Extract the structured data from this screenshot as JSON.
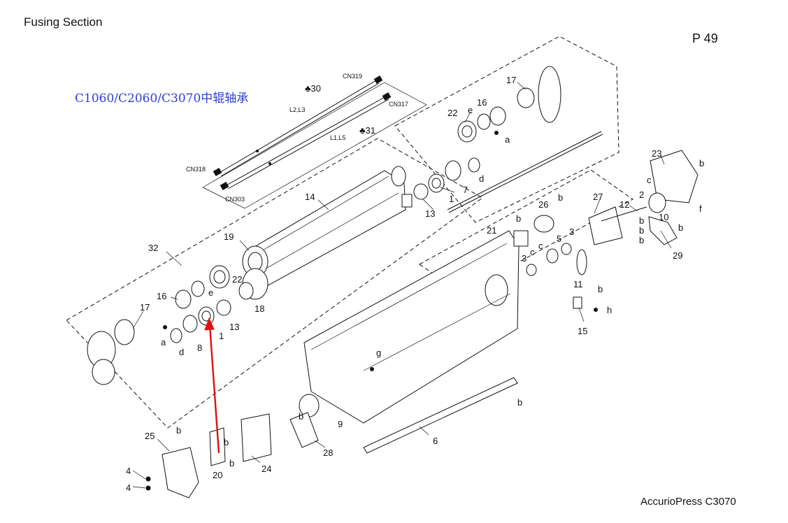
{
  "header": {
    "section_title": "Fusing Section",
    "page_number": "P 49"
  },
  "footer": {
    "model_name": "AccurioPress C3070"
  },
  "annotation": {
    "text": "C1060/C2060/C3070中辊轴承",
    "color": "#2f3fcf",
    "arrow_color": "#e01010"
  },
  "connectors": {
    "cn319": "CN319",
    "cn317": "CN317",
    "cn318": "CN318",
    "cn303": "CN303",
    "l2l3": "L2,L3",
    "l1l5": "L1,L5"
  },
  "callouts": {
    "c30": "♣30",
    "c31": "♣31",
    "c1a": "1",
    "c1b": "1",
    "c2": "2",
    "c3a": "3",
    "c3b": "3",
    "c4a": "4",
    "c4b": "4",
    "c5": "5",
    "c6": "6",
    "c7": "7",
    "c8": "8",
    "c9": "9",
    "c10": "10",
    "c11": "11",
    "c12": "12",
    "c13a": "13",
    "c13b": "13",
    "c14": "14",
    "c15": "15",
    "c16a": "16",
    "c16b": "16",
    "c17a": "17",
    "c17b": "17",
    "c18": "18",
    "c19": "19",
    "c20": "20",
    "c21": "21",
    "c22a": "22",
    "c22b": "22",
    "c23": "23",
    "c24": "24",
    "c25": "25",
    "c26": "26",
    "c27": "27",
    "c28": "28",
    "c29": "29",
    "c32": "32",
    "la1": "a",
    "la2": "a",
    "lb1": "b",
    "lb2": "b",
    "lb3": "b",
    "lb4": "b",
    "lb5": "b",
    "lb6": "b",
    "lb7": "b",
    "lb8": "b",
    "lb9": "b",
    "lb10": "b",
    "lb11": "b",
    "lb12": "b",
    "lb13": "b",
    "lc1": "c",
    "lc2": "c",
    "lc3": "c",
    "ld1": "d",
    "ld2": "d",
    "le1": "e",
    "le2": "e",
    "lf": "f",
    "lg": "g",
    "lh": "h"
  }
}
